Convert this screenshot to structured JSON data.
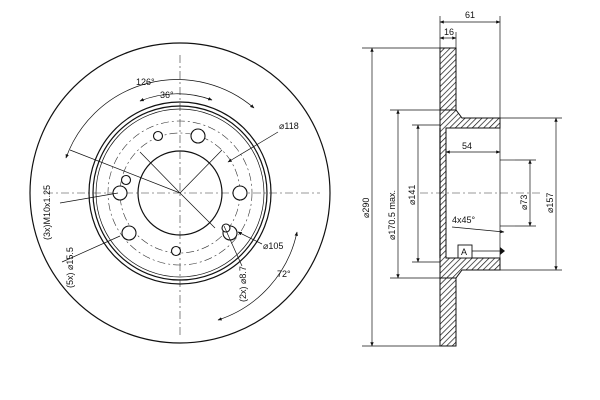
{
  "front": {
    "angle_126": "126°",
    "angle_36": "36°",
    "dia_118": "⌀118",
    "dia_105": "⌀105",
    "angle_72": "72°",
    "thread": "(3x)M10x1.25",
    "bolt_holes": "(5x) ⌀15.5",
    "small_holes": "(2x) ⌀8.7"
  },
  "section": {
    "width_61": "61",
    "thickness_16": "16",
    "depth_54": "54",
    "chamfer": "4x45°",
    "datum": "A",
    "dia_290": "⌀290",
    "dia_170_5": "⌀170.5 max.",
    "dia_141": "⌀141",
    "dia_73": "⌀73",
    "dia_157": "⌀157"
  }
}
